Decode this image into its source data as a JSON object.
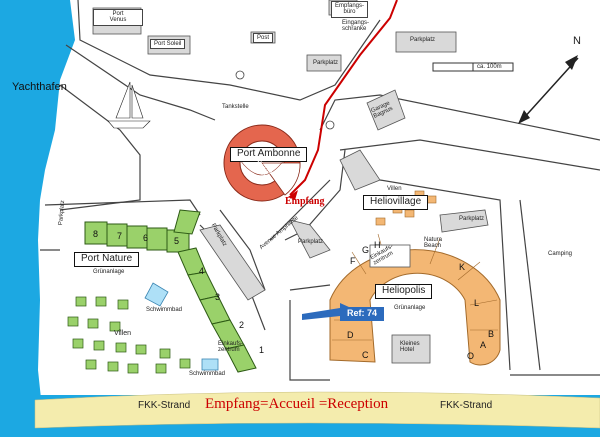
{
  "labels": {
    "port_venus": "Port\nVenus",
    "port_soleil": "Port Soleil",
    "post": "Post",
    "empfangsburo": "Empfangs-\nbüro",
    "eingangsschranke": "Eingangs-\nschranke",
    "parkplatz_top": "Parkplatz",
    "parkplatz_mid": "Parkplatz",
    "scale": "ca. 100m",
    "north": "N",
    "yachthafen": "Yachthafen",
    "garage": "Garage\nBagnus",
    "tankstelle": "Tankstelle",
    "port_ambonne": "Port Ambonne",
    "einkaufszentrum_ambonne": "Einkaufs-\nzentrum",
    "empfang": "Empfang",
    "villen_top": "Villen",
    "heliovillage": "Heliovillage",
    "parkplatz_right": "Parkplatz",
    "parkplatz_left": "Parkplatz",
    "parkplatz_centre": "Parkplatz",
    "avenue": "Avenue Amphitrite",
    "port_nature": "Port Nature",
    "grunanlage_left": "Grünanlage",
    "schwimmbad_left": "Schwimmbad",
    "villen_left": "Villen",
    "einkaufszentrum_nature": "Einkaufs-\nzentrum",
    "schwimmbad_bottom": "Schwimmbad",
    "natura_beach": "Natura\nBeach",
    "einkaufszentrum_helio": "Einkaufs-\nzentrum",
    "heliopolis": "Heliopolis",
    "grunanlage_helio": "Grünanlage",
    "ref": "Ref: 74",
    "kleines_hotel": "Kleines\nHotel",
    "camping": "Camping",
    "fkk_left": "FKK-Strand",
    "fkk_right": "FKK-Strand",
    "reception": "Empfang=Accueil =Reception",
    "letter_f": "F",
    "letter_g": "G",
    "letter_h": "H",
    "letter_k": "K",
    "letter_l": "L",
    "letter_a": "A",
    "letter_o": "O",
    "letter_b": "B",
    "letter_d": "D",
    "letter_c": "C",
    "num_1": "1",
    "num_2": "2",
    "num_3": "3",
    "num_4": "4",
    "num_5": "5",
    "num_6": "6",
    "num_7": "7",
    "num_8": "8",
    "parkplatz_vert": "Parkplatz"
  },
  "colors": {
    "water": "#1ca8e2",
    "road": "#555555",
    "block": "#d9d9d9",
    "port_ambonne": "#e4664e",
    "port_nature": "#9ad16a",
    "heliopolis": "#f3b774",
    "beach": "#f4ecad",
    "route": "#cc0000",
    "ref": "#2c6bbd"
  }
}
